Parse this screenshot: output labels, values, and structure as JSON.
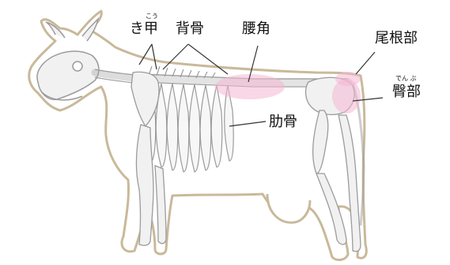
{
  "labels": {
    "kikou": "き甲",
    "kikou_ruby": "こう",
    "haibone": "背骨",
    "youkaku": "腰角",
    "bikonbu": "尾根部",
    "rokkotsu": "肋骨",
    "denbu": "臀部",
    "denbu_ruby": "でん ぶ"
  },
  "colors": {
    "outline": "#c9b99a",
    "bone_fill": "#f1f1f1",
    "bone_stroke": "#9b9b9b",
    "highlight": "#f4b6d2",
    "leader": "#333333",
    "text": "#111111"
  }
}
